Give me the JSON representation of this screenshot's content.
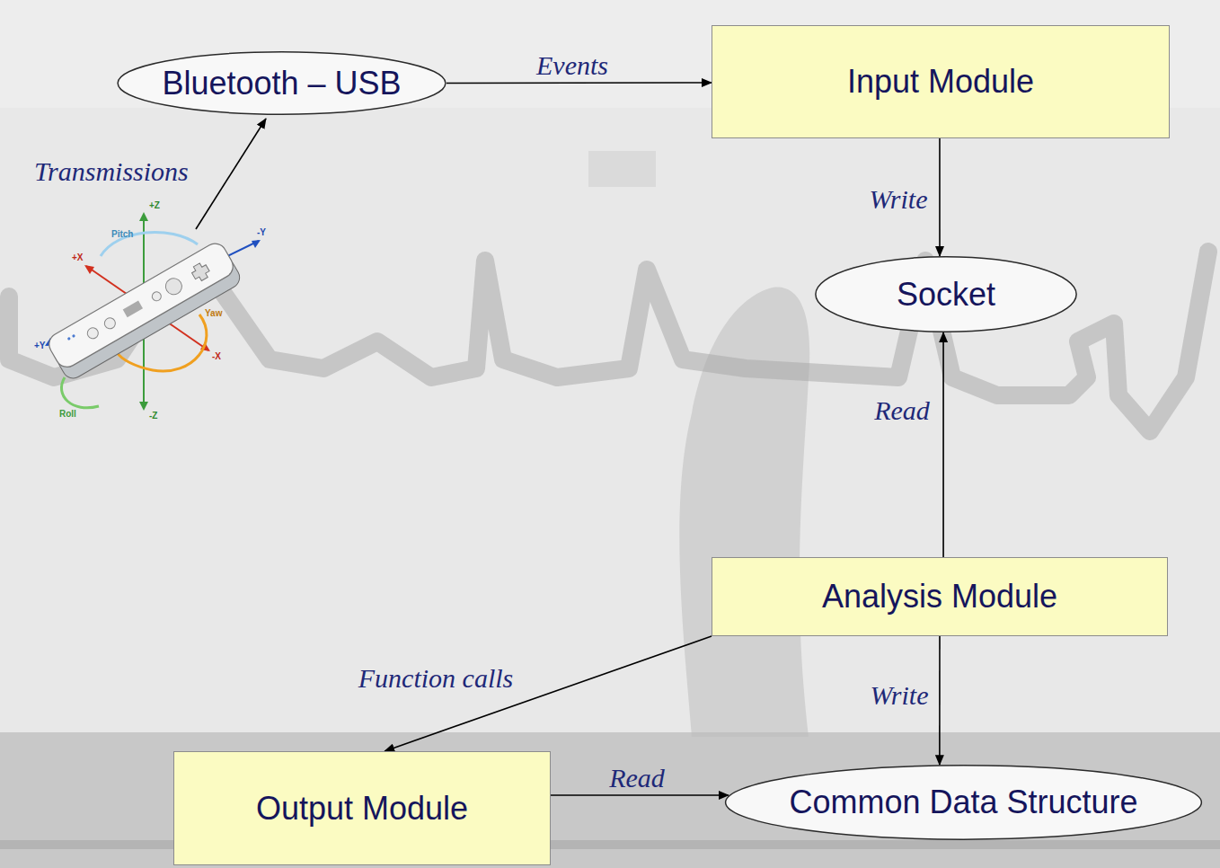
{
  "diagram": {
    "nodes": [
      {
        "text": [
          "Bluetooth – USB"
        ]
      },
      {
        "text": [
          "Input Module"
        ]
      },
      {
        "text": [
          "Socket"
        ]
      },
      {
        "text": [
          "Analysis Module"
        ]
      },
      {
        "text": [
          "Output Module"
        ]
      },
      {
        "text": [
          "Common Data Structure"
        ]
      }
    ],
    "edges": [
      {
        "from": 0,
        "to": 1,
        "label": "Events",
        "arrow": "to"
      },
      {
        "from": 1,
        "to": 2,
        "label": "Write",
        "arrow": "to"
      },
      {
        "from": 3,
        "to": 2,
        "label": "Read",
        "arrow": "to"
      },
      {
        "from": 3,
        "to": 4,
        "label": "Function calls",
        "arrow": "to"
      },
      {
        "from": 3,
        "to": 5,
        "label": "Write",
        "arrow": "to"
      },
      {
        "from": 4,
        "to": 5,
        "label": "Read",
        "arrow": "to"
      }
    ],
    "labels": [
      "Transmissions",
      "+Z",
      "-Z",
      "+X",
      "-X",
      "+Y",
      "-Y",
      "Pitch",
      "Yaw",
      "Roll"
    ]
  }
}
